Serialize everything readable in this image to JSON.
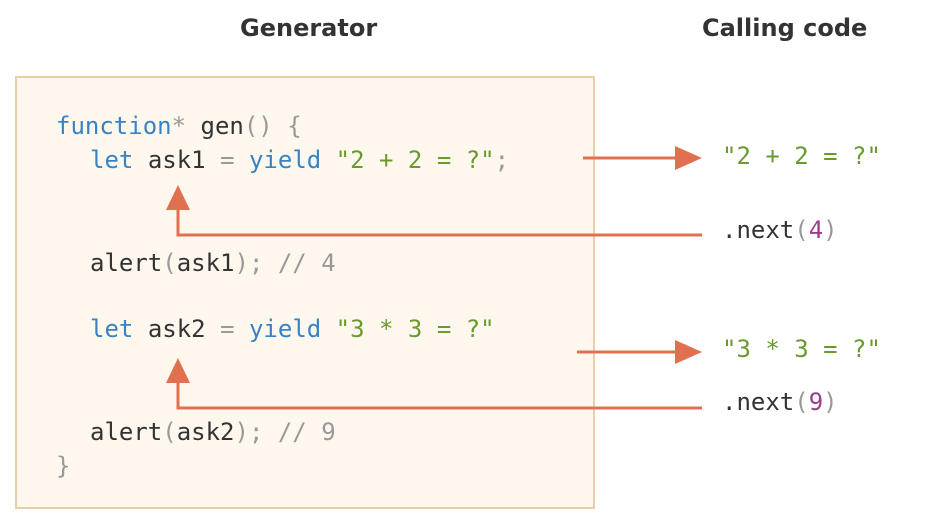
{
  "headings": {
    "generator": "Generator",
    "calling_code": "Calling code"
  },
  "code": {
    "kw_function": "function",
    "star": "*",
    "fn_name": "gen",
    "parens": "()",
    "open_brace": "{",
    "kw_let1": "let",
    "var1": "ask1",
    "eq1": "=",
    "kw_yield1": "yield",
    "str1": "\"2 + 2 = ?\"",
    "semi1": ";",
    "alert1": "alert",
    "popen1": "(",
    "arg1": "ask1",
    "pclose1": ");",
    "comment1": "// 4",
    "kw_let2": "let",
    "var2": "ask2",
    "eq2": "=",
    "kw_yield2": "yield",
    "str2": "\"3 * 3 = ?\"",
    "alert2": "alert",
    "popen2": "(",
    "arg2": "ask2",
    "pclose2": ");",
    "comment2": "// 9",
    "close_brace": "}"
  },
  "calling": {
    "out1": "\"2 + 2 = ?\"",
    "next1_method": ".next",
    "next1_open": "(",
    "next1_arg": "4",
    "next1_close": ")",
    "out2": "\"3 * 3 = ?\"",
    "next2_method": ".next",
    "next2_open": "(",
    "next2_arg": "9",
    "next2_close": ")"
  },
  "colors": {
    "keyword": "#3783c4",
    "string": "#6a9a2c",
    "comment": "#999999",
    "number": "#9b3b8d",
    "arrow": "#e07050",
    "box_bg": "#fdf7ee",
    "box_border": "#e8cfa9"
  }
}
